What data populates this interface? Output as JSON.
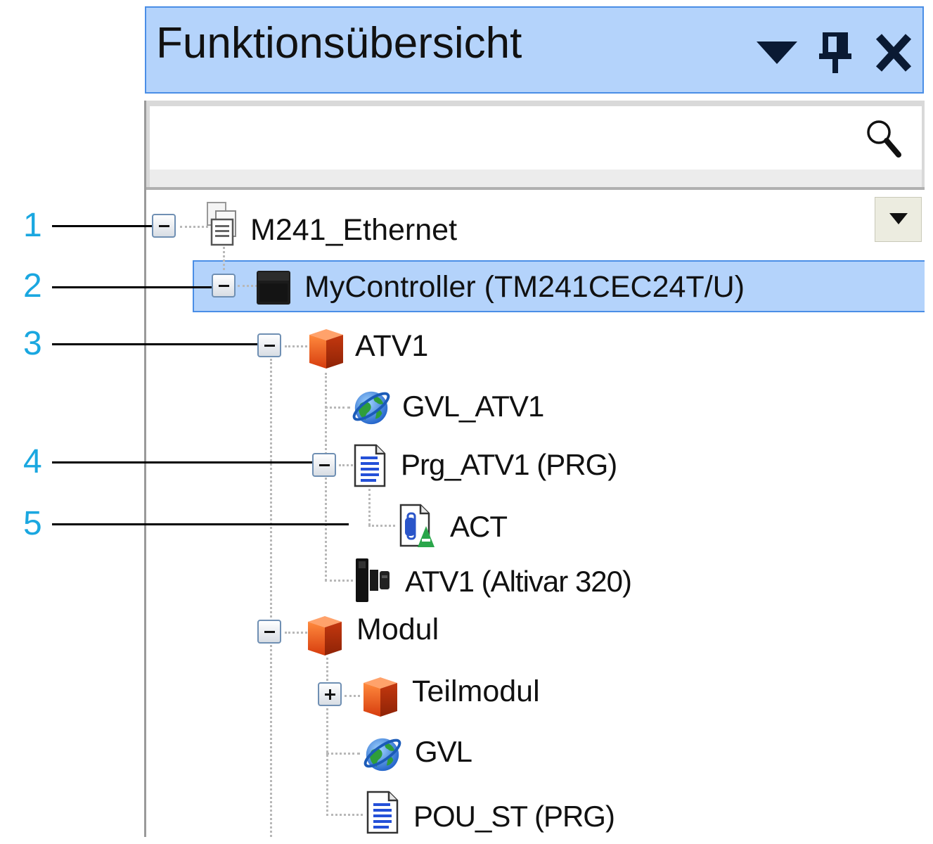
{
  "panel": {
    "title": "Funktionsübersicht",
    "title_icons": [
      "dropdown-arrow-icon",
      "pin-icon",
      "close-icon"
    ]
  },
  "search": {
    "value": "",
    "icon": "search-icon"
  },
  "tree": {
    "nodes": [
      {
        "label": "M241_Ethernet",
        "icon": "project-icon",
        "expander": "collapse"
      },
      {
        "label": "MyController (TM241CEC24T/U)",
        "icon": "controller-icon",
        "expander": "collapse",
        "selected": true
      },
      {
        "label": "ATV1",
        "icon": "module-cube-icon",
        "expander": "collapse"
      },
      {
        "label": "GVL_ATV1",
        "icon": "globe-icon"
      },
      {
        "label": "Prg_ATV1 (PRG)",
        "icon": "document-icon",
        "expander": "collapse"
      },
      {
        "label": "ACT",
        "icon": "action-icon"
      },
      {
        "label": "ATV1 (Altivar 320)",
        "icon": "drive-icon"
      },
      {
        "label": "Modul",
        "icon": "module-cube-icon",
        "expander": "collapse"
      },
      {
        "label": "Teilmodul",
        "icon": "module-cube-icon",
        "expander": "expand"
      },
      {
        "label": "GVL",
        "icon": "globe-icon"
      },
      {
        "label": "POU_ST (PRG)",
        "icon": "document-icon"
      }
    ]
  },
  "callouts": [
    "1",
    "2",
    "3",
    "4",
    "5"
  ],
  "colors": {
    "selection": "#b4d3fb",
    "selection_border": "#4a8ee6",
    "callout": "#1aa7e0",
    "module": "#e8531d"
  }
}
